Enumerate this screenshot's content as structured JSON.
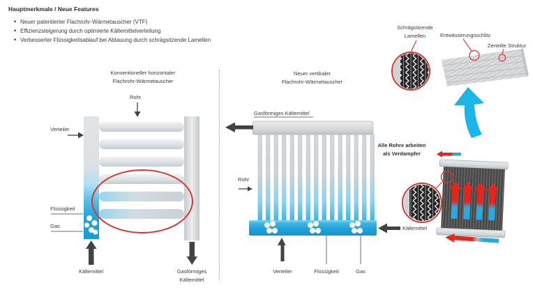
{
  "header": {
    "title": "Hauptmerkmale / Neue Features",
    "bullets": [
      "Neuer patentierter Flachrohr-Wärmetauscher (VTF)",
      "Effizienzsteigerung durch optimierte Kältemittelverteilung",
      "Verbesserter Flüssigkeitsablauf bei Abtauung durch schrägsitzende Lamellen"
    ]
  },
  "left_diagram": {
    "title_line1": "Konventioneller horizontaler",
    "title_line2": "Flachrohr-Wärmetauscher",
    "labels": {
      "rohr": "Rohr",
      "verteiler": "Verteiler",
      "fluessigkeit": "Flüssigkeit",
      "gas": "Gas",
      "kaeltemittel": "Kältemittel",
      "gasfoermiges_line1": "Gasförmiges",
      "gasfoermiges_line2": "Kältemittel"
    }
  },
  "middle_diagram": {
    "title_line1": "Neuer vertikaler",
    "title_line2": "Flachrohr-Wärmetauscher",
    "labels": {
      "gasfoermiges_kaeltemittel": "Gasförmiges Kältemittel",
      "rohr": "Rohr",
      "kaeltemittel": "Kältemittel",
      "verteiler": "Verteiler",
      "fluessigkeit": "Flüssigkeit",
      "gas": "Gas"
    }
  },
  "right_panel": {
    "labels": {
      "schraegsitzende_line1": "Schrägsitzende",
      "schraegsitzende_line2": "Lamellen",
      "entwaesserungsschlitz": "Entwässerungsschlitz",
      "zerteilte_struktur": "Zerteilte Struktur",
      "alle_rohre_line1": "Alle Rohre arbeiten",
      "alle_rohre_line2": "als Verdampfer"
    }
  },
  "colors": {
    "accent_cyan": "#1db4e8",
    "bar_blue": "#219fd7",
    "accent_red": "#cf3a36",
    "arrow_dark": "#3f4347",
    "text": "#3a3a3a"
  }
}
